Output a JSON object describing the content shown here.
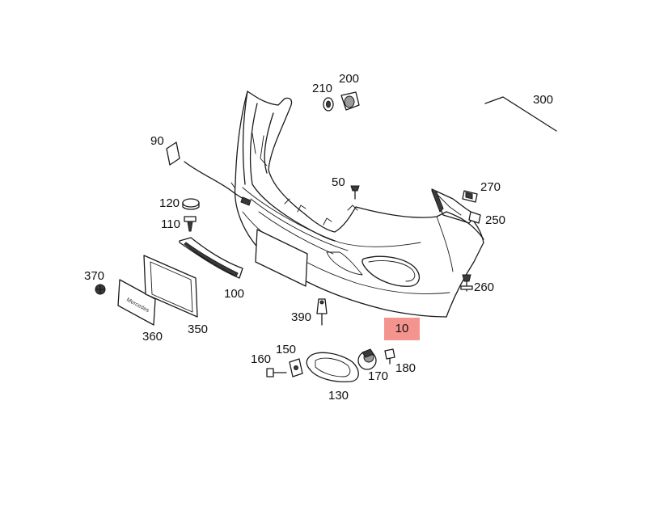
{
  "diagram": {
    "highlight_color": "#f4948e",
    "callouts": {
      "p10": "10",
      "p90": "90",
      "p100": "100",
      "p110": "110",
      "p120": "120",
      "p130": "130",
      "p150": "150",
      "p160": "160",
      "p170": "170",
      "p180": "180",
      "p200": "200",
      "p210": "210",
      "p250": "250",
      "p260": "260",
      "p270": "270",
      "p300": "300",
      "p350": "350",
      "p360": "360",
      "p370": "370",
      "p390": "390",
      "p50": "50"
    },
    "highlighted_part": "10"
  }
}
